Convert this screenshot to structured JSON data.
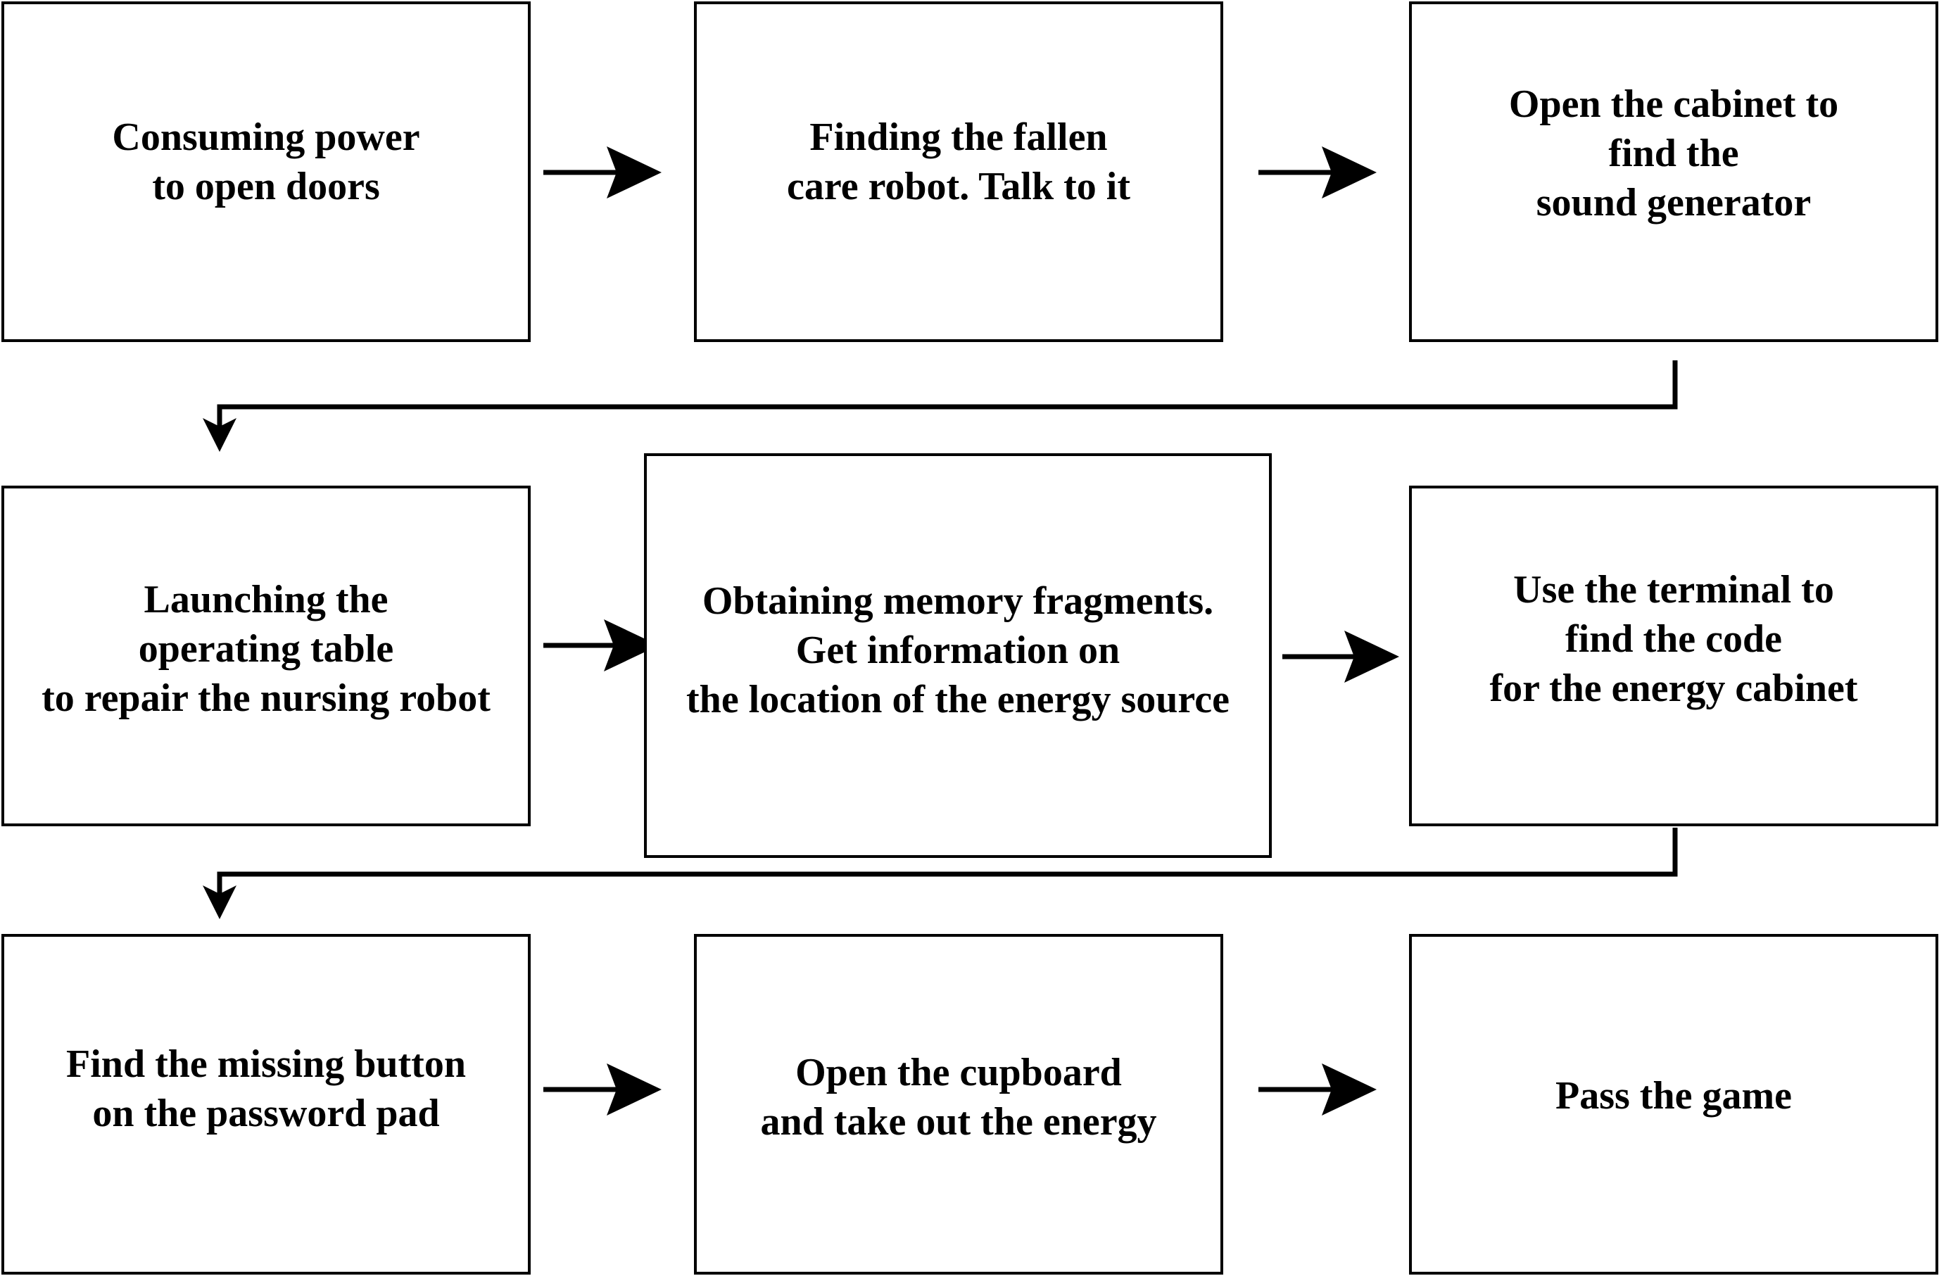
{
  "flowchart": {
    "steps": [
      {
        "label": "Consuming power\nto open doors"
      },
      {
        "label": "Finding the fallen\ncare robot. Talk to it"
      },
      {
        "label": "Open the cabinet to\nfind the\nsound generator"
      },
      {
        "label": "Launching the\noperating table\nto repair the nursing robot"
      },
      {
        "label": "Obtaining memory fragments.\nGet information on\nthe location of the energy source"
      },
      {
        "label": "Use the terminal to\nfind the code\nfor the energy cabinet"
      },
      {
        "label": "Find the missing button\non the password pad"
      },
      {
        "label": "Open the cupboard\nand take out the energy"
      },
      {
        "label": "Pass the game"
      }
    ]
  }
}
